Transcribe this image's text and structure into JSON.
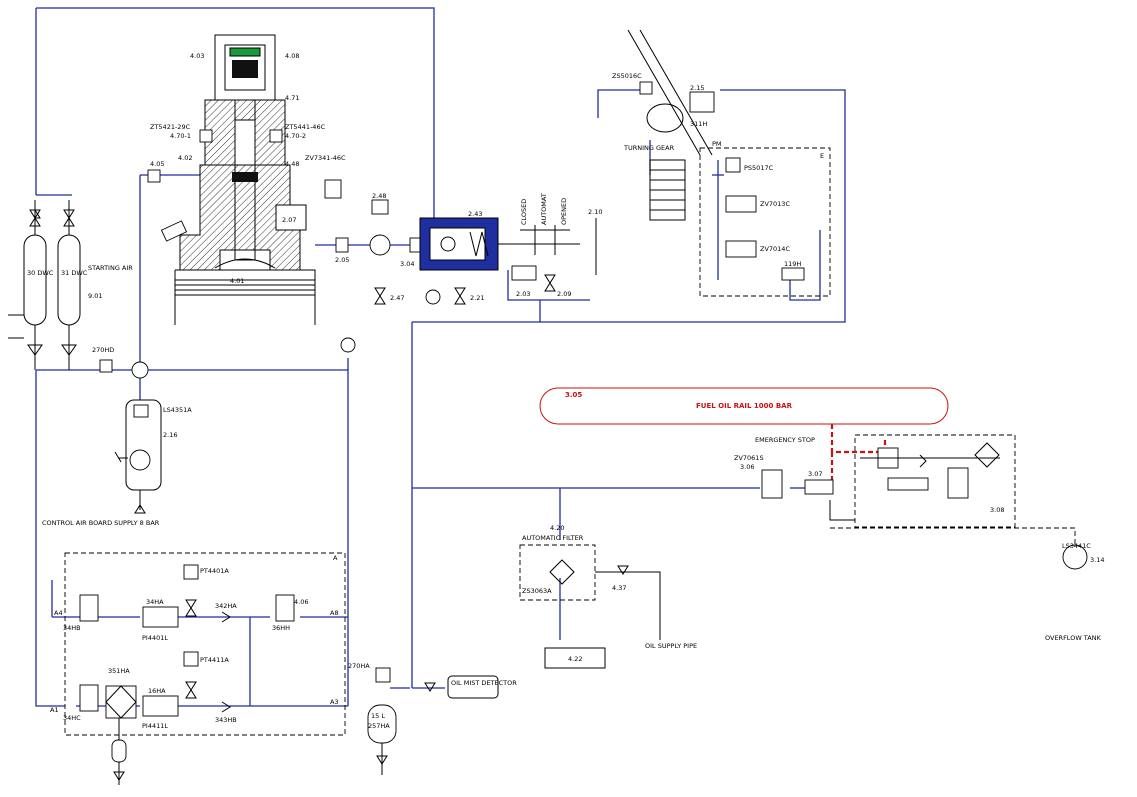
{
  "labels": {
    "tag_4_03": "4.03",
    "tag_4_08": "4.08",
    "tag_4_71": "4.71",
    "tag_4_02": "4.02",
    "tag_4_48": "4.48",
    "tag_4_05": "4.05",
    "tag_4_01": "4.01",
    "tag_zt5421": "ZT5421-29C",
    "tag_4_70_1": "4.70-1",
    "tag_zt5441": "ZT5441-46C",
    "tag_4_70_2": "4.70-2",
    "tag_zv7341": "ZV7341-46C",
    "tag_2_07": "2.07",
    "tag_2_05": "2.05",
    "tag_2_48": "2.48",
    "tag_2_47": "2.47",
    "tag_2_43": "2.43",
    "tag_3_04": "3.04",
    "tag_2_21": "2.21",
    "tag_2_03": "2.03",
    "tag_2_09": "2.09",
    "tag_2_10": "2.10",
    "closed": "CLOSED",
    "automat": "AUTOMAT",
    "opened": "OPENED",
    "zs5016c": "ZS5016C",
    "tag_2_15": "2.15",
    "tag_311h": "311H",
    "turning_gear": "TURNING GEAR",
    "tag_pm": "PM",
    "ps5017c": "PS5017C",
    "zv7013c": "ZV7013C",
    "zv7014c": "ZV7014C",
    "tag_119h": "119H",
    "box_e": "E",
    "air_30": "30 DWC",
    "air_31": "31 DWC",
    "starting_air": "STARTING AIR",
    "tag_9_01": "9.01",
    "tag_270hd": "270HD",
    "ls4351a": "LS4351A",
    "tag_2_16": "2.16",
    "fuel_rail_tag": "3.05",
    "fuel_rail": "FUEL OIL RAIL 1000 BAR",
    "emergency_stop": "EMERGENCY STOP",
    "zv7061s": "ZV7061S",
    "tag_3_06": "3.06",
    "tag_3_07": "3.07",
    "tag_3_08": "3.08",
    "control_air": "CONTROL AIR BOARD SUPPLY 8 BAR",
    "box_a": "A",
    "pt4401a": "PT4401A",
    "pt4411a": "PT4411A",
    "tag_34hb": "34HB",
    "tag_34hc": "34HC",
    "tag_34ha": "34HA",
    "tag_342ha": "342HA",
    "tag_36hh": "36HH",
    "tag_4_06": "4.06",
    "pi4401l": "PI4401L",
    "pi4411l": "PI4411L",
    "tag_351ha": "351HA",
    "tag_16ha": "16HA",
    "tag_343hb": "343HB",
    "a1": "A1",
    "a3": "A3",
    "a4": "A4",
    "a8": "A8",
    "tag_270ha": "270HA",
    "receiver": "15 L",
    "receiver_tag": "257HA",
    "oil_mist": "OIL MIST DETECTOR",
    "filter_tag": "4.20",
    "auto_filter": "AUTOMATIC FILTER",
    "zs3063a": "ZS3063A",
    "tag_4_37": "4.37",
    "tag_4_22": "4.22",
    "oil_supply": "OIL SUPPLY PIPE",
    "ls3441c": "LS3441C",
    "tag_3_14": "3.14",
    "overflow": "OVERFLOW TANK"
  },
  "colors": {
    "pipe": "#1f2f9f",
    "fuel_rail": "#cc1111",
    "outline": "#000000"
  }
}
